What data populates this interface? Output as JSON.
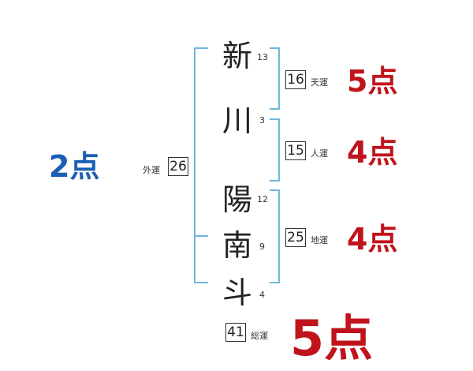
{
  "name": {
    "characters": [
      {
        "char": "新",
        "strokes": "13"
      },
      {
        "char": "川",
        "strokes": "3"
      },
      {
        "char": "陽",
        "strokes": "12"
      },
      {
        "char": "南",
        "strokes": "9"
      },
      {
        "char": "斗",
        "strokes": "4"
      }
    ]
  },
  "fortunes": {
    "ten": {
      "value": "16",
      "label": "天運",
      "score": "5点"
    },
    "jin": {
      "value": "15",
      "label": "人運",
      "score": "4点"
    },
    "chi": {
      "value": "25",
      "label": "地運",
      "score": "4点"
    },
    "gai": {
      "value": "26",
      "label": "外運",
      "score": "2点"
    },
    "sou": {
      "value": "41",
      "label": "総運",
      "score": "5点"
    }
  },
  "colors": {
    "bracket": "#6fb8e0",
    "score_red": "#c0141c",
    "score_blue": "#1a5fb4"
  }
}
